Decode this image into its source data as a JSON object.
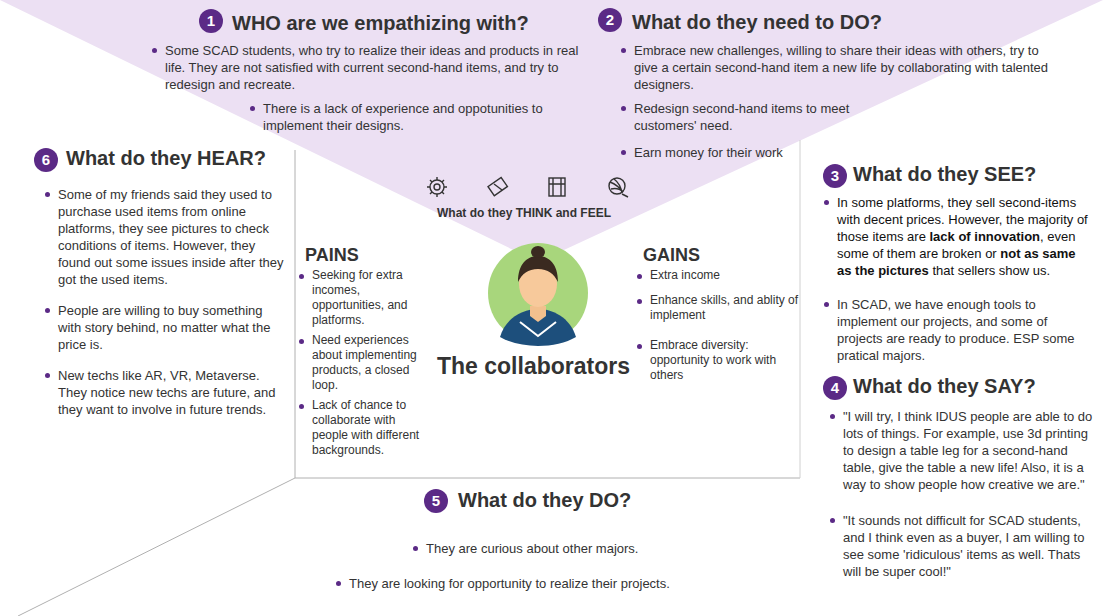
{
  "diagram": {
    "nodes": [
      {
        "text": [
          "1"
        ]
      },
      {
        "text": [
          "2"
        ]
      },
      {
        "text": [
          "3"
        ]
      },
      {
        "text": [
          "4"
        ]
      },
      {
        "text": [
          "5"
        ]
      },
      {
        "text": [
          "6"
        ]
      }
    ],
    "labels": [
      "WHO are we empathizing with?",
      "Some SCAD students, who try to realize their ideas and products in real life. They are not satisfied with current second-hand items, and try to redesign and recreate.",
      "There is a lack of experience and oppotunities to implement their designs.",
      "What do they need to DO?",
      "Embrace new challenges, willing to share their ideas with others, try to give a certain second-hand item a new life by collaborating with talented designers.",
      "Redesign second-hand items to meet customers' need.",
      "Earn money for their work",
      "What do they HEAR?",
      "Some of my friends said they used to purchase used items from online platforms, they see pictures to check conditions of items. However, they found out some issues inside after they got the used items.",
      "People are willing to buy something with story behind, no matter what the price is.",
      "New techs like AR, VR, Metaverse. They notice new techs are future, and they want to involve in future trends.",
      "What do they SEE?",
      "In some platforms, they sell second-items with decent prices. However, the majority of those items are",
      "lack of innovation",
      ", even some of them are broken or",
      "not as same as the pictures",
      "that sellers show us.",
      "In SCAD, we have enough tools to implement our projects, and some of projects are ready to produce. ESP some pratical majors.",
      "What do they SAY?",
      "\"I will try, I think IDUS people are able to do lots of things. For example, use 3d printing to design a table leg for a second-hand table, give the table a new life! Also, it is a way to show people how creative we are.\"",
      "\"It sounds not difficult for SCAD students, and I think even as a buyer, I am willing to see some 'ridiculous' items as well. Thats will be super cool!\"",
      "What do they DO?",
      "They are curious about other majors.",
      "They are looking for opportunity to realize their projects.",
      "What do they THINK and FEEL",
      "PAINS",
      "Seeking for extra incomes, opportunities, and platforms.",
      "Need experiences about implementing products, a closed loop.",
      "Lack of chance to collaborate with people with different backgrounds.",
      "GAINS",
      "Extra income",
      "Enhance skills, and ablity of implement",
      "Embrace diversity: opportunity to work with others",
      "The collaborators"
    ]
  }
}
